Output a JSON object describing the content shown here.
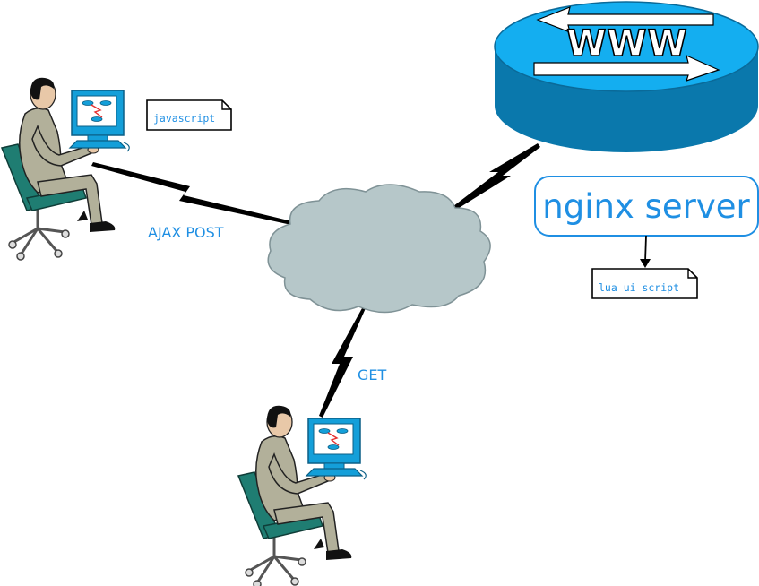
{
  "diagram": {
    "labels": {
      "ajax_post": "AJAX POST",
      "get": "GET"
    },
    "notes": {
      "client_script": "javascript",
      "server_script": "lua ui script"
    },
    "server": {
      "name": "nginx server",
      "router_label": "WWW"
    },
    "nodes": [
      "client-top-left",
      "client-bottom",
      "network-cloud",
      "www-router"
    ],
    "edges": [
      {
        "from": "client-top-left",
        "to": "network-cloud",
        "label": "AJAX POST"
      },
      {
        "from": "client-bottom",
        "to": "network-cloud",
        "label": "GET"
      },
      {
        "from": "network-cloud",
        "to": "www-router",
        "label": ""
      }
    ],
    "colors": {
      "accent": "#1f8fe3",
      "router_top": "#14aef0",
      "router_side": "#0a78ac",
      "cloud": "#b6c7c9",
      "suit": "#b2b09a",
      "chair": "#1f7d72",
      "monitor": "#149fd9"
    }
  }
}
